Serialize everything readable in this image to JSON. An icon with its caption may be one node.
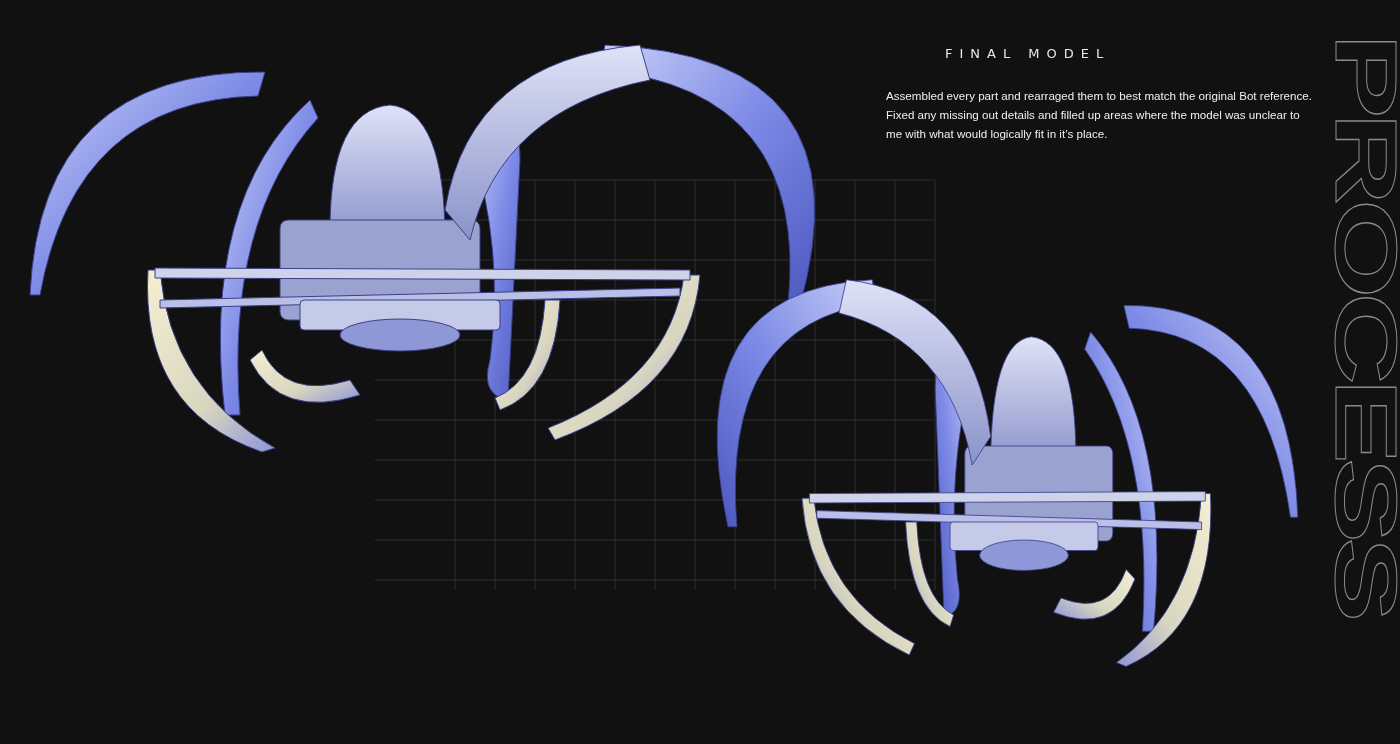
{
  "diagram": {
    "title": "FINAL MODEL",
    "labels": [
      "Assembled every part and rearraged them to best match the original Bot reference. Fixed any missing out details and filled up areas where the model was unclear to me with what would logically fit in it’s place.",
      "PROCESS"
    ]
  }
}
